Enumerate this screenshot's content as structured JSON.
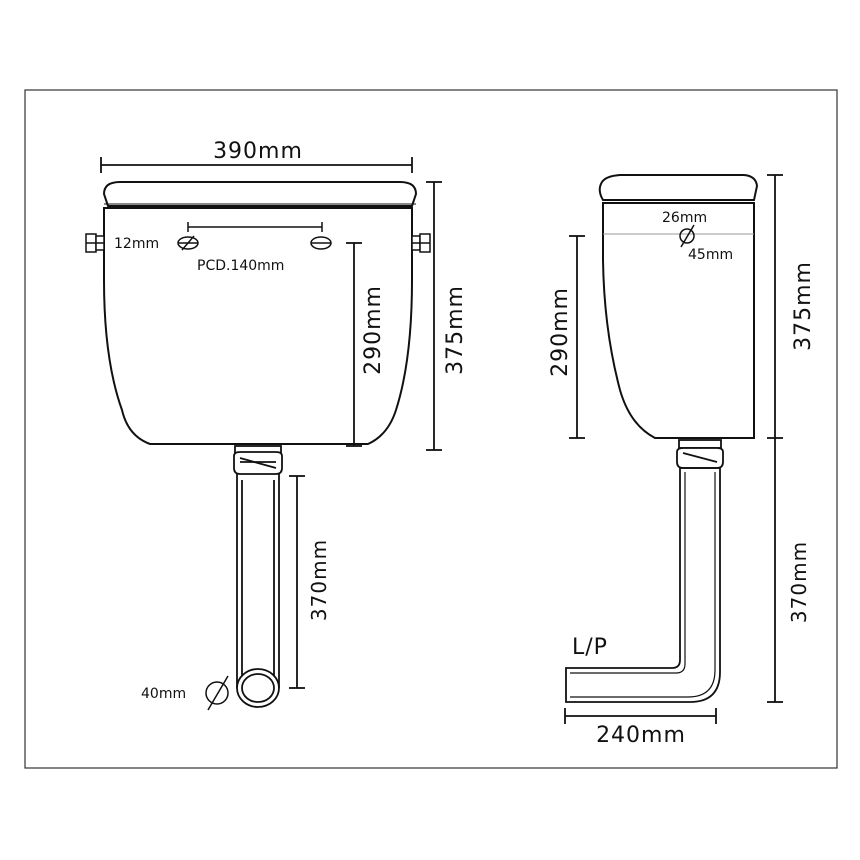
{
  "front_view": {
    "width_label": "390mm",
    "hole_label": "12mm",
    "pcd_label": "PCD.140mm",
    "tank_height_label": "290mm",
    "total_height_label": "375mm",
    "pipe_length_label": "370mm",
    "pipe_diameter_label": "40mm"
  },
  "side_view": {
    "inlet_inner_label": "26mm",
    "inlet_outer_label": "45mm",
    "tank_height_label": "290mm",
    "total_height_label": "375mm",
    "pipe_length_label": "370mm",
    "pipe_type_label": "L/P",
    "bend_length_label": "240mm"
  },
  "colors": {
    "line": "#111111",
    "background": "#ffffff",
    "frame": "#333333"
  }
}
